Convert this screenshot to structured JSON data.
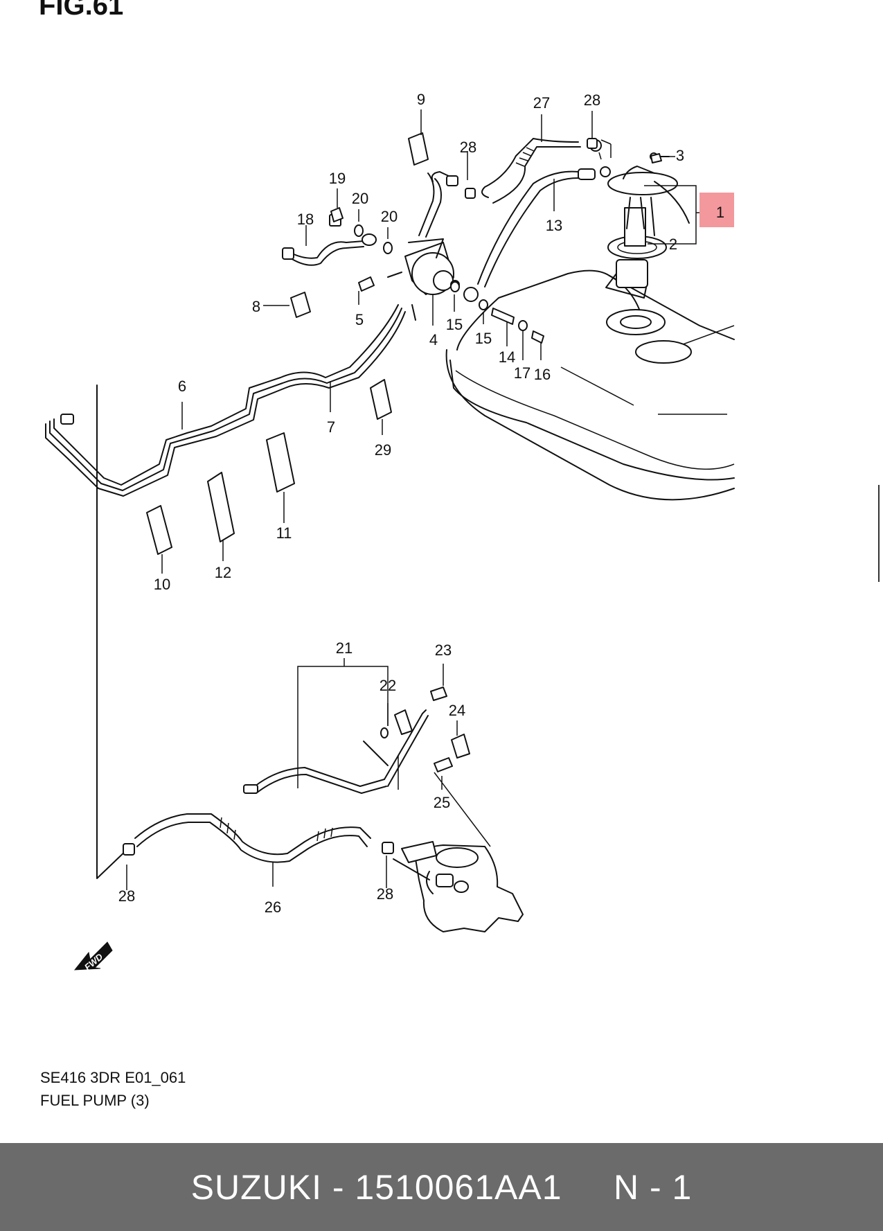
{
  "figure": {
    "title": "FIG.61",
    "code": "SE416 3DR E01_061",
    "name": "FUEL PUMP (3)",
    "fwd_label": "FWD",
    "highlight_color": "#f3989c"
  },
  "callouts": [
    "1",
    "2",
    "3",
    "4",
    "5",
    "6",
    "7",
    "8",
    "9",
    "10",
    "11",
    "12",
    "13",
    "14",
    "15",
    "15",
    "16",
    "17",
    "18",
    "19",
    "20",
    "20",
    "21",
    "22",
    "23",
    "24",
    "25",
    "26",
    "27",
    "28",
    "28",
    "28",
    "28",
    "29"
  ],
  "footer": {
    "brand": "SUZUKI",
    "part_number": "1510061AA1",
    "suffix": "N - 1",
    "text": "SUZUKI - 1510061AA1     N - 1"
  }
}
